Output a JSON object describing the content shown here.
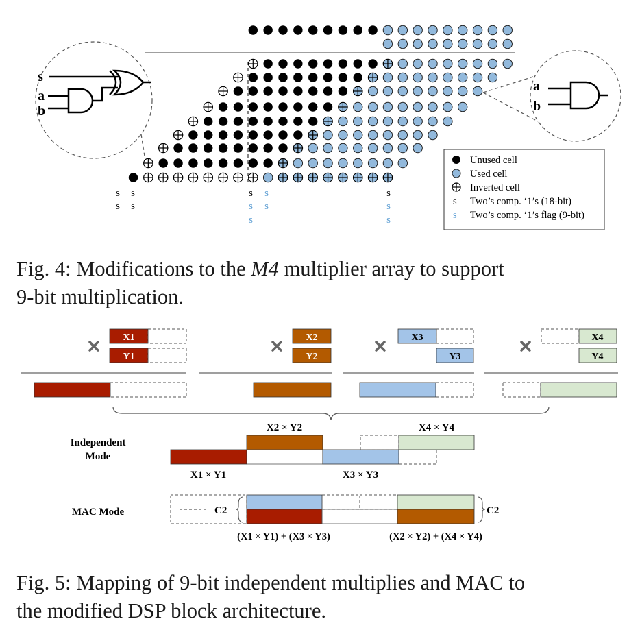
{
  "fig4": {
    "gate_left": {
      "inputs": [
        "s",
        "a",
        "b"
      ]
    },
    "gate_right": {
      "inputs": [
        "a",
        "b"
      ]
    },
    "legend": {
      "items": [
        {
          "symbol": "unused",
          "label": "Unused cell"
        },
        {
          "symbol": "used",
          "label": "Used cell"
        },
        {
          "symbol": "inverted",
          "label": "Inverted cell"
        },
        {
          "symbol": "s-black",
          "label": "Two’s comp. ‘1’s (18-bit)"
        },
        {
          "symbol": "s-blue",
          "label": "Two’s comp. ‘1’s flag (9-bit)"
        }
      ]
    },
    "s_glyph": "s",
    "colors": {
      "used_fill": "#92b9dc",
      "unused_fill": "#000000",
      "flag_blue": "#5e9fd4"
    }
  },
  "caption4": {
    "prefix": "Fig. 4: Modifications to the ",
    "math": "M4",
    "suffix_line1": " multiplier array to support",
    "line2": "9-bit multiplication."
  },
  "fig5": {
    "operands": [
      {
        "x": "X1",
        "y": "Y1"
      },
      {
        "x": "X2",
        "y": "Y2"
      },
      {
        "x": "X3",
        "y": "Y3"
      },
      {
        "x": "X4",
        "y": "Y4"
      }
    ],
    "times_symbol": "×",
    "independent_mode_label": [
      "Independent",
      "Mode"
    ],
    "mac_mode_label": "MAC Mode",
    "products": {
      "p1": "X1 × Y1",
      "p2": "X2 × Y2",
      "p3": "X3 × Y3",
      "p4": "X4 × Y4"
    },
    "c2_label": "C2",
    "mac_sum_left": "(X1 × Y1) + (X3 × Y3)",
    "mac_sum_right": "(X2 × Y2) + (X4 × Y4)",
    "colors": {
      "red": "#a81c00",
      "orange": "#b35a00",
      "blue": "#a3c4e8",
      "green": "#d8e8d0"
    }
  },
  "caption5": {
    "line1": "Fig. 5: Mapping of 9-bit independent multiplies and MAC to",
    "line2": "the modified DSP block architecture."
  }
}
